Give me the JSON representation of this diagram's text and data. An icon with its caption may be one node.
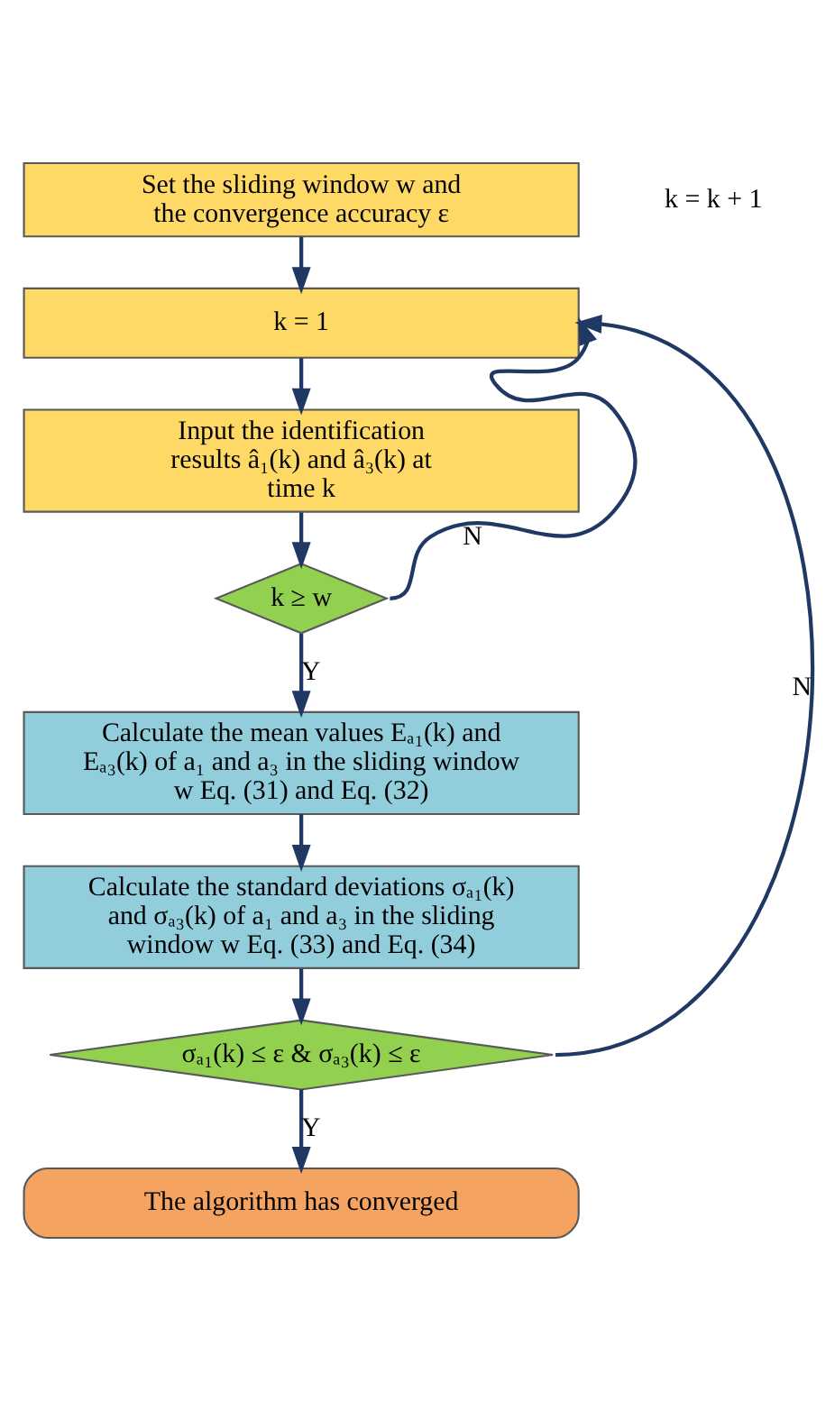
{
  "diagram": {
    "nodes": [
      {
        "text": [
          "Set the sliding window w and the convergence accuracy ε"
        ]
      },
      {
        "text": [
          "k = 1"
        ]
      },
      {
        "text": [
          "Input the identification results â₁(k) and â₃(k) at time k"
        ]
      },
      {
        "text": [
          "k ≥ w"
        ]
      },
      {
        "text": [
          "Calculate the mean values Eₐ₁(k) and Eₐ₃(k) of a₁ and a₃ in the sliding window w Eq. (31) and Eq. (32)"
        ]
      },
      {
        "text": [
          "Calculate the standard deviations σₐ₁(k) and σₐ₃(k) of a₁ and a₃ in the sliding window w Eq. (33) and Eq. (34)"
        ]
      },
      {
        "text": [
          "σₐ₁(k) ≤ ε & σₐ₃(k) ≤ ε"
        ]
      },
      {
        "text": [
          "The algorithm has converged"
        ]
      }
    ],
    "edges": [
      {
        "from": 0,
        "to": 1,
        "arrow": "to"
      },
      {
        "from": 1,
        "to": 2,
        "arrow": "to"
      },
      {
        "from": 2,
        "to": 3,
        "arrow": "to"
      },
      {
        "from": 3,
        "to": 4,
        "arrow": "to",
        "label": "Y"
      },
      {
        "from": 4,
        "to": 5,
        "arrow": "to"
      },
      {
        "from": 5,
        "to": 6,
        "arrow": "to"
      },
      {
        "from": 6,
        "to": 7,
        "arrow": "to",
        "label": "Y"
      },
      {
        "from": 3,
        "to": 1,
        "arrow": "to",
        "label": "N"
      },
      {
        "from": 6,
        "to": 1,
        "arrow": "to",
        "label": "N"
      }
    ],
    "labels": [
      "k = k + 1"
    ]
  }
}
